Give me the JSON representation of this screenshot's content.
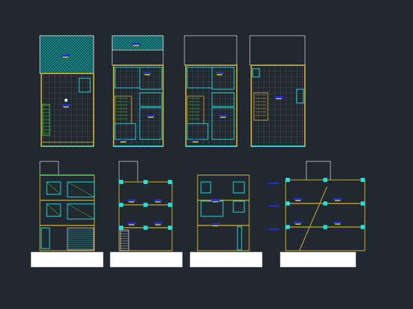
{
  "canvas": {
    "background": "#212830"
  },
  "colors": {
    "wall": "#b8a030",
    "outline": "#d8d8d8",
    "accent": "#20e0e0",
    "hatch": "#1a9a9a",
    "label": "#2030d0",
    "label_bar": "#e0d020",
    "stair": "#40c040",
    "grid": "#6a6a6a",
    "title_block": "#ffffff"
  },
  "drawings": {
    "plans": [
      "plan-ground",
      "plan-first",
      "plan-second",
      "plan-roof"
    ],
    "elevations": [
      "elevation-front",
      "section-a",
      "elevation-rear",
      "section-b"
    ]
  }
}
